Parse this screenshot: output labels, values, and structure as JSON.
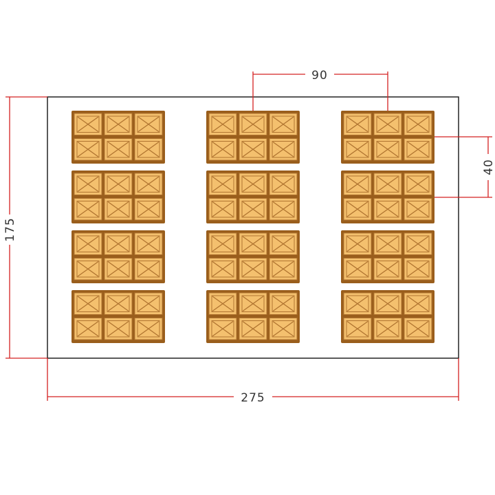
{
  "drawing": {
    "dimensions": {
      "width": "275",
      "height": "175",
      "bar_spacing": "90",
      "row_spacing": "40"
    },
    "layout": {
      "columns": 3,
      "rows": 4,
      "cells_per_bar_cols": 3,
      "cells_per_bar_rows": 2
    },
    "colors": {
      "dimension_line": "#d42020",
      "outline": "#222222",
      "bar_frame": "#9a5e1c",
      "cell_fill": "#f4c06e",
      "cell_line": "#b07430"
    }
  }
}
